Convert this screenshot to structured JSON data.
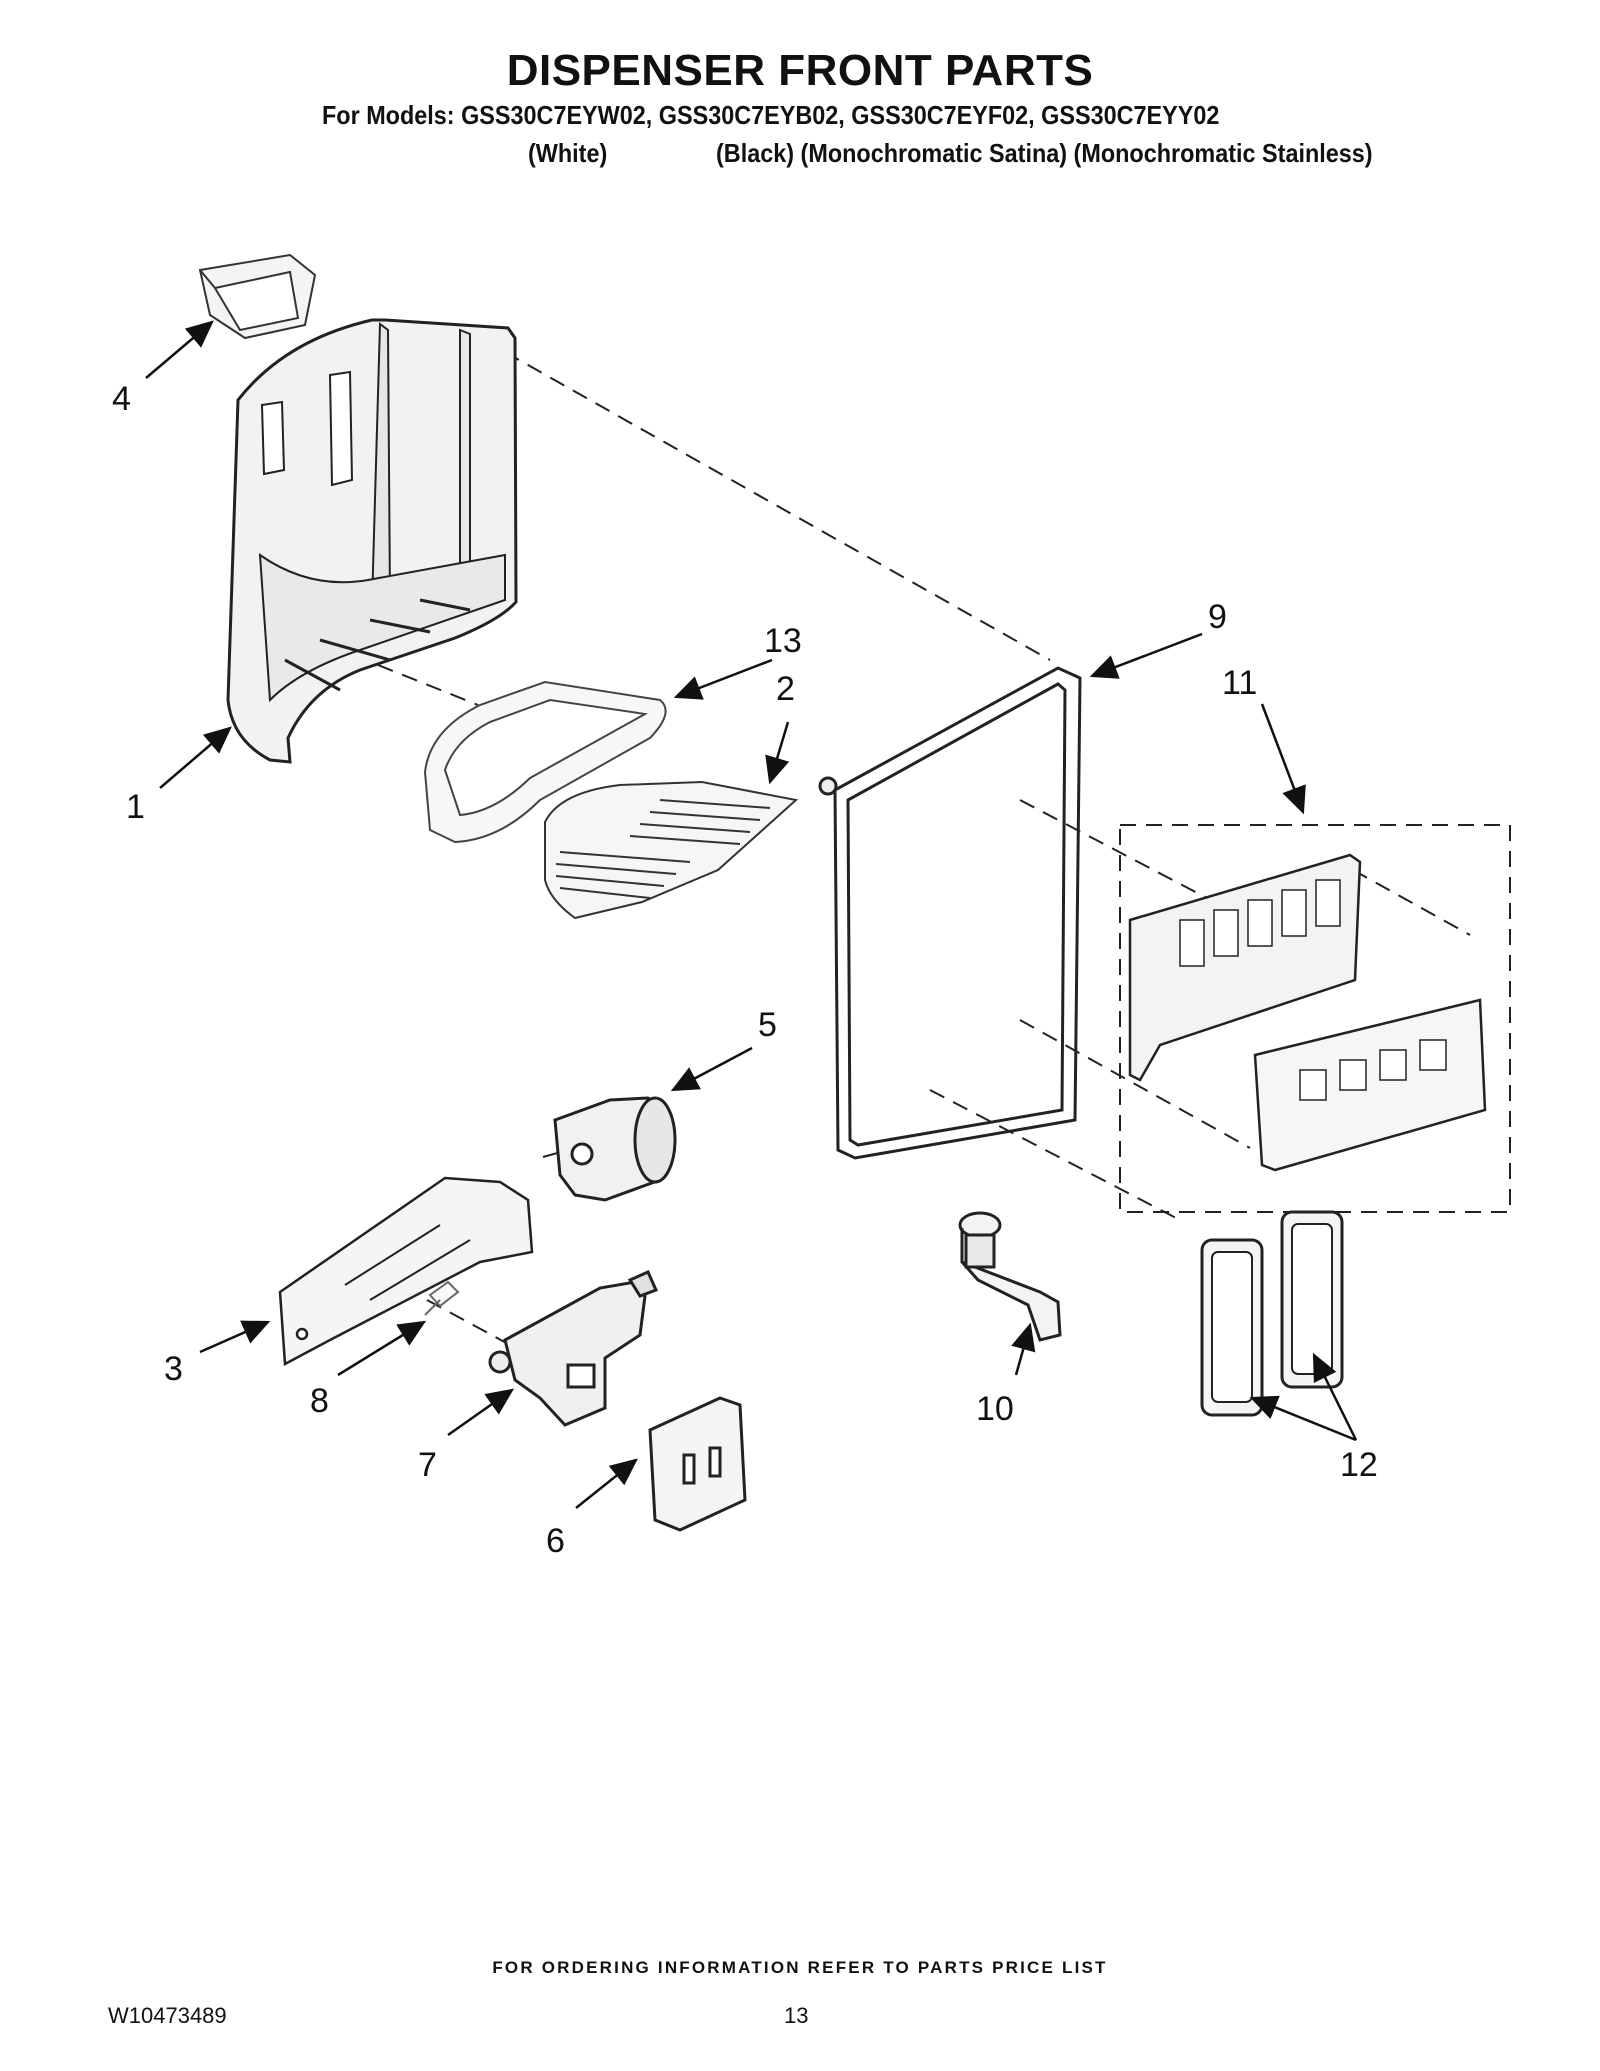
{
  "header": {
    "title": "DISPENSER FRONT PARTS",
    "models_line": "For Models: GSS30C7EYW02, GSS30C7EYB02, GSS30C7EYF02, GSS30C7EYY02",
    "color_white": "(White)",
    "colors_rest": "(Black) (Monochromatic Satina) (Monochromatic Stainless)"
  },
  "callouts": [
    "1",
    "2",
    "3",
    "4",
    "5",
    "6",
    "7",
    "8",
    "9",
    "10",
    "11",
    "12",
    "13"
  ],
  "footer": {
    "ordering_note": "FOR ORDERING INFORMATION REFER TO PARTS PRICE LIST",
    "doc_number": "W10473489",
    "page_number": "13"
  }
}
